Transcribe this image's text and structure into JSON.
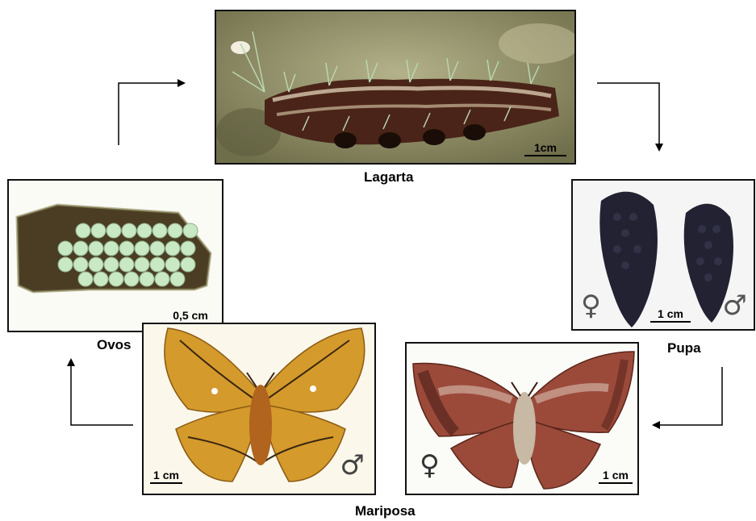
{
  "stages": {
    "caterpillar": {
      "label": "Lagarta",
      "scale": "1cm"
    },
    "pupa": {
      "label": "Pupa",
      "scale": "1 cm",
      "female_symbol": "♀",
      "male_symbol": "♂"
    },
    "moth": {
      "label": "Mariposa",
      "female_scale": "1 cm",
      "male_scale": "1 cm",
      "female_symbol": "♀",
      "male_symbol": "♂"
    },
    "eggs": {
      "label": "Ovos",
      "scale": "0,5 cm"
    }
  },
  "colors": {
    "border": "#111111",
    "arrow": "#000000",
    "caterpillar_bg": "#9c9a6e",
    "egg": "#c9e8c4",
    "egg_leaf": "#4a3d24",
    "pupa": "#222233",
    "male_moth": "#d49a2c",
    "female_moth": "#9b4a3a"
  }
}
